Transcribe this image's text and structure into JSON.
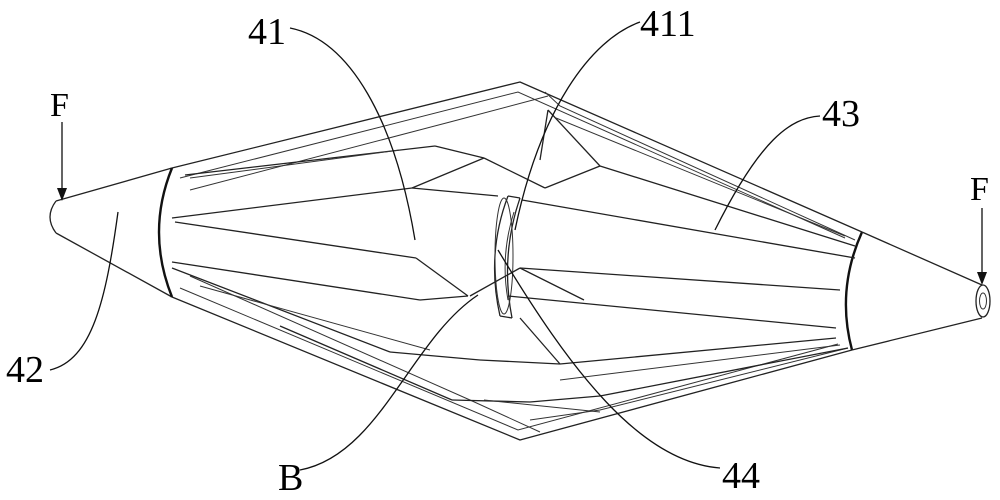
{
  "figure": {
    "labels": {
      "part_41": "41",
      "part_411": "411",
      "part_43": "43",
      "part_42": "42",
      "part_44": "44",
      "part_b": "B",
      "force_left": "F",
      "force_right": "F"
    },
    "colors": {
      "line": "#222222",
      "background": "#ffffff"
    }
  }
}
